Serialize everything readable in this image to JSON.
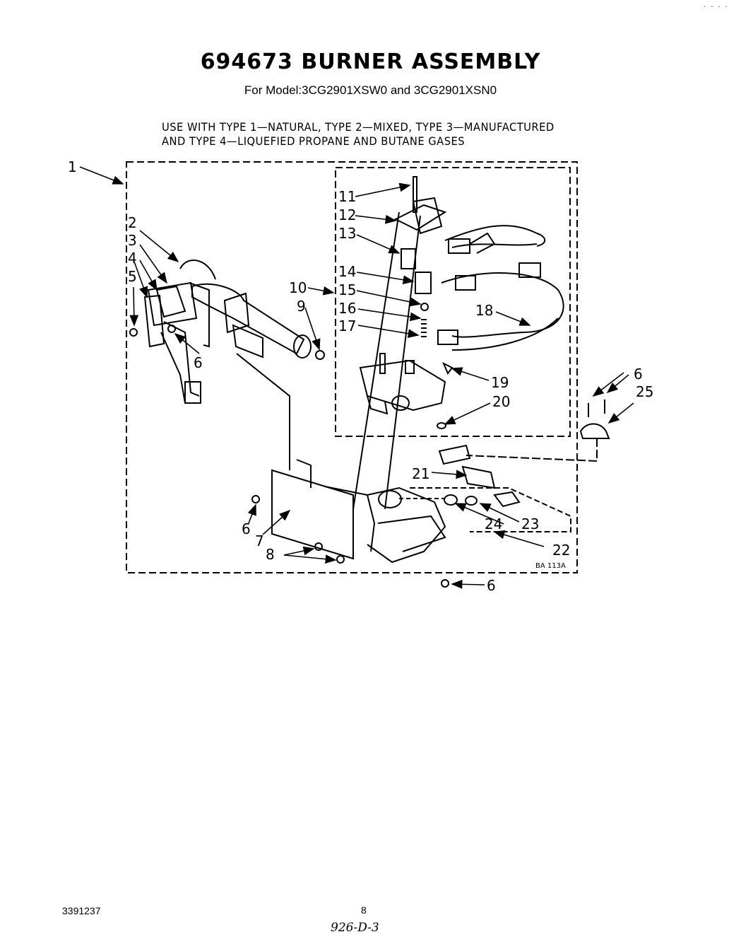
{
  "header": {
    "title": "694673 BURNER ASSEMBLY",
    "subtitle": "For Model:3CG2901XSW0 and 3CG2901XSN0"
  },
  "note": {
    "line1": "USE WITH TYPE 1—NATURAL, TYPE 2—MIXED, TYPE 3—MANUFACTURED",
    "line2": "AND TYPE 4—LIQUEFIED PROPANE AND BUTANE GASES"
  },
  "callouts": [
    "1",
    "2",
    "3",
    "4",
    "5",
    "6",
    "7",
    "8",
    "9",
    "10",
    "11",
    "12",
    "13",
    "14",
    "15",
    "16",
    "17",
    "18",
    "19",
    "20",
    "21",
    "22",
    "23",
    "24",
    "25",
    "6",
    "6",
    "6",
    "6"
  ],
  "drawing_code": "BA 113A",
  "footer": {
    "part_number": "3391237",
    "page_number": "8",
    "handwritten": "926-D-3",
    "corner_mark": "- - - -"
  }
}
